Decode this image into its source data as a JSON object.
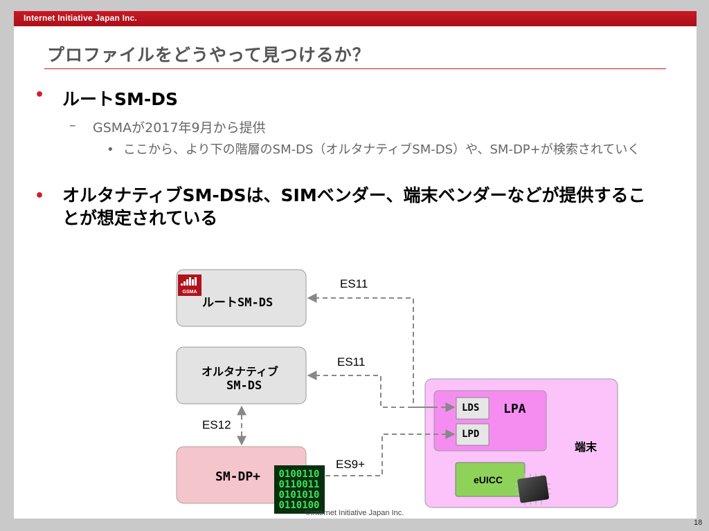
{
  "header": {
    "brand": "Internet Initiative Japan Inc."
  },
  "slide": {
    "title": "プロファイルをどうやって見つけるか？",
    "bullets": {
      "b1": "ルートSM-DS",
      "b1_sub": "GSMAが2017年9月から提供",
      "b1_sub_sub": "ここから、より下の階層のSM-DS（オルタナティブSM-DS）や、SM-DP+が検索されていく",
      "b2": "オルタナティブSM-DSは、SIMベンダー、端末ベンダーなどが提供することが想定されている"
    }
  },
  "diagram": {
    "root_smds": "ルートSM-DS",
    "gsma_logo": "GSMA",
    "alt_smds_line1": "オルタナティブ",
    "alt_smds_line2": "SM-DS",
    "smdp": "SM-DP+",
    "binary_rows": [
      "0100110",
      "0110011",
      "0101010",
      "0110100"
    ],
    "device": "端末",
    "lpa": "LPA",
    "lds": "LDS",
    "lpd": "LPD",
    "euicc": "eUICC",
    "es11_top": "ES11",
    "es11_mid": "ES11",
    "es12": "ES12",
    "es9": "ES9+"
  },
  "colors": {
    "accent_red": "#c81a24",
    "root_box": "#e3e3e3",
    "smdp_box": "#f4c5cb",
    "device_box": "#fbc3fa",
    "lpa_box": "#f58df1",
    "euicc_box": "#8fd25a",
    "arrow": "#888888"
  },
  "footer": {
    "copyright": "©Internet Initiative Japan Inc.",
    "page": "18"
  }
}
